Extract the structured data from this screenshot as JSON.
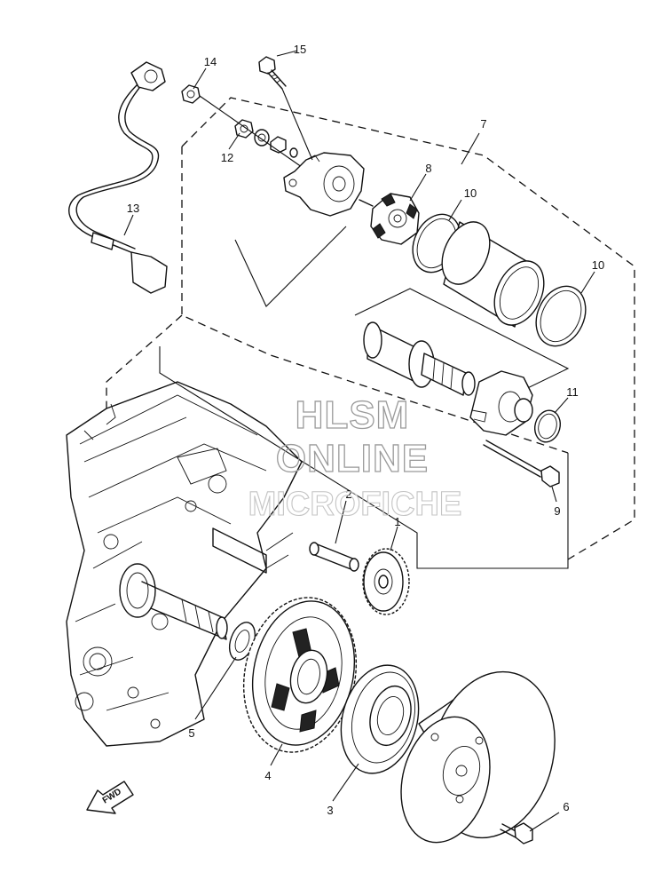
{
  "callouts": [
    {
      "id": "15",
      "text": "15"
    },
    {
      "id": "14",
      "text": "14"
    },
    {
      "id": "7",
      "text": "7"
    },
    {
      "id": "12",
      "text": "12"
    },
    {
      "id": "8",
      "text": "8"
    },
    {
      "id": "10a",
      "text": "10"
    },
    {
      "id": "13",
      "text": "13"
    },
    {
      "id": "10b",
      "text": "10"
    },
    {
      "id": "11",
      "text": "11"
    },
    {
      "id": "9",
      "text": "9"
    },
    {
      "id": "2",
      "text": "2"
    },
    {
      "id": "1",
      "text": "1"
    },
    {
      "id": "5",
      "text": "5"
    },
    {
      "id": "4",
      "text": "4"
    },
    {
      "id": "3",
      "text": "3"
    },
    {
      "id": "6",
      "text": "6"
    }
  ],
  "watermark": {
    "line1": "HLSM",
    "line2": "ONLINE",
    "line3": "MICROFICHE"
  },
  "direction_marker": "FWD"
}
